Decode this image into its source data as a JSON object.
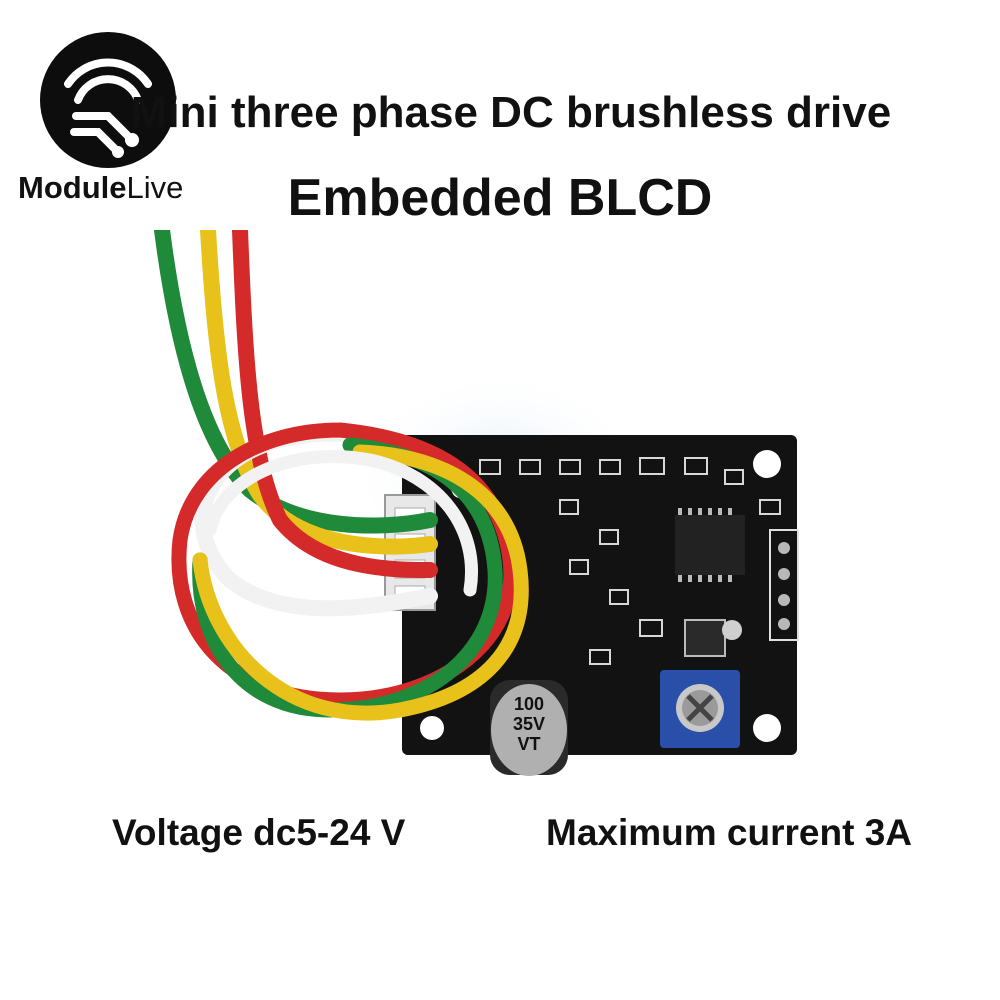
{
  "brand": {
    "name_bold": "Module",
    "name_light": "Live",
    "icon": "modulelive-logo-icon"
  },
  "heading": {
    "line1": "Mini three phase DC brushless drive",
    "line2": "Embedded BLCD"
  },
  "specs": {
    "voltage": "Voltage dc5-24 V",
    "current": "Maximum current 3A"
  },
  "board": {
    "capacitor_label_1": "100",
    "capacitor_label_2": "35V",
    "capacitor_label_3": "VT",
    "board_color": "#111111",
    "wire_colors": [
      "#1f8a3a",
      "#e8c21a",
      "#d42a2a",
      "#f2f2f2",
      "#111111"
    ],
    "pot_color": "#2a4fa8",
    "icons": [
      "capacitor-icon",
      "potentiometer-icon",
      "connector-icon"
    ]
  }
}
